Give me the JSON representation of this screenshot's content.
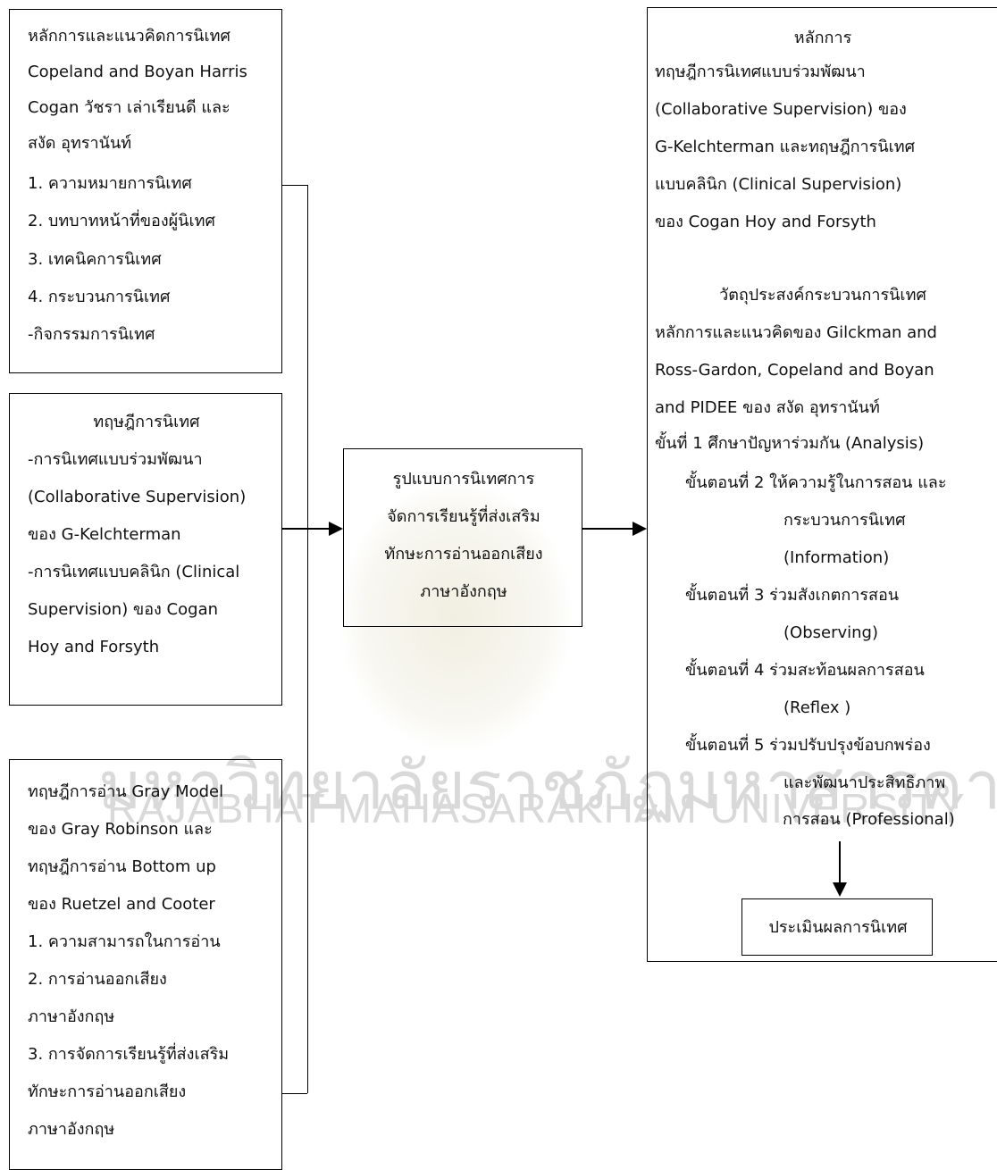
{
  "box_top_left": {
    "lines": [
      "หลักการและแนวคิดการนิเทศ",
      "Copeland and Boyan Harris",
      "Cogan วัชรา เล่าเรียนดี และ",
      "สงัด อุทรานันท์",
      " 1. ความหมายการนิเทศ",
      " 2. บทบาทหน้าที่ของผู้นิเทศ",
      " 3. เทคนิคการนิเทศ",
      " 4. กระบวนการนิเทศ",
      "-กิจกรรมการนิเทศ"
    ]
  },
  "box_mid_left": {
    "title": "ทฤษฎีการนิเทศ",
    "lines": [
      "-การนิเทศแบบร่วมพัฒนา",
      "(Collaborative Supervision)",
      "ของ G-Kelchterman",
      "-การนิเทศแบบคลินิก (Clinical",
      "Supervision) ของ Cogan",
      "Hoy and Forsyth"
    ]
  },
  "box_bottom_left": {
    "lines": [
      "ทฤษฎีการอ่าน Gray Model",
      "ของ Gray Robinson และ",
      "ทฤษฎีการอ่าน Bottom up",
      "ของ Ruetzel and Cooter",
      " 1. ความสามารถในการอ่าน",
      " 2. การอ่านออกเสียง",
      "ภาษาอังกฤษ",
      " 3. การจัดการเรียนรู้ที่ส่งเสริม",
      " ทักษะการอ่านออกเสียง",
      "ภาษาอังกฤษ"
    ]
  },
  "box_center": {
    "lines": [
      "รูปแบบการนิเทศการ",
      "จัดการเรียนรู้ที่ส่งเสริม",
      "ทักษะการอ่านออกเสียง",
      "ภาษาอังกฤษ"
    ]
  },
  "box_right": {
    "principle_title": "หลักการ",
    "principle_lines": [
      "ทฤษฎีการนิเทศแบบร่วมพัฒนา",
      "(Collaborative Supervision) ของ",
      "G-Kelchterman และทฤษฎีการนิเทศ",
      "แบบคลินิก (Clinical Supervision)",
      "ของ Cogan Hoy and Forsyth"
    ],
    "objective_title": "วัตถุประสงค์กระบวนการนิเทศ",
    "objective_lines": [
      "หลักการและแนวคิดของ Gilckman and",
      "Ross-Gardon, Copeland and Boyan",
      "and PIDEE ของ สงัด อุทรานันท์"
    ],
    "steps": [
      "ขั้นที่ 1 ศึกษาปัญหาร่วมกัน (Analysis)",
      "ขั้นตอนที่ 2 ให้ความรู้ในการสอน และ",
      "กระบวนการนิเทศ",
      "(Information)",
      "ขั้นตอนที่ 3 ร่วมสังเกตการสอน",
      "(Observing)",
      "ขั้นตอนที่ 4 ร่วมสะท้อนผลการสอน",
      "(Reflex )",
      "ขั้นตอนที่ 5 ร่วมปรับปรุงข้อบกพร่อง",
      "และพัฒนาประสิทธิภาพ",
      "การสอน (Professional)"
    ],
    "evaluation": "ประเมินผลการนิเทศ"
  },
  "watermark": {
    "thai": "มหาวิทยาลัยราชภัฏมหาสารคาม",
    "english": "RAJABHAT MAHASARAKHAM UNIVERSITY"
  }
}
